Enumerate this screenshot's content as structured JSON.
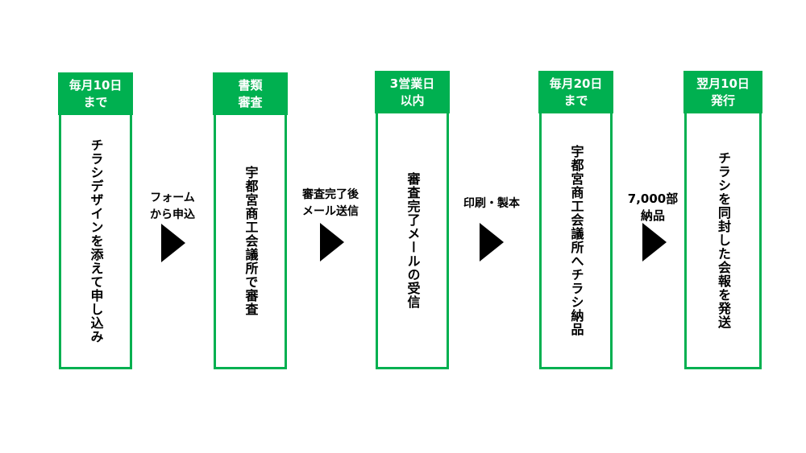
{
  "accent_color": "#00b050",
  "steps": [
    {
      "header": "毎月10日\nまで",
      "body": "チラシデザインを添えて申し込み"
    },
    {
      "header": "書類\n審査",
      "body": "宇都宮商工会議所で審査"
    },
    {
      "header": "3営業日\n以内",
      "body": "審査完了メールの受信"
    },
    {
      "header": "毎月20日\nまで",
      "body": "宇都宮商工会議所へチラシ納品"
    },
    {
      "header": "翌月10日\n発行",
      "body": "チラシを同封した会報を発送"
    }
  ],
  "arrows": [
    {
      "label": "フォーム\nから申込",
      "icon": "triangle-right-icon"
    },
    {
      "label": "審査完了後\nメール送信",
      "icon": "triangle-right-icon"
    },
    {
      "label": "印刷・製本",
      "icon": "triangle-right-icon"
    },
    {
      "label": "7,000部\n納品",
      "icon": "triangle-right-icon"
    }
  ]
}
